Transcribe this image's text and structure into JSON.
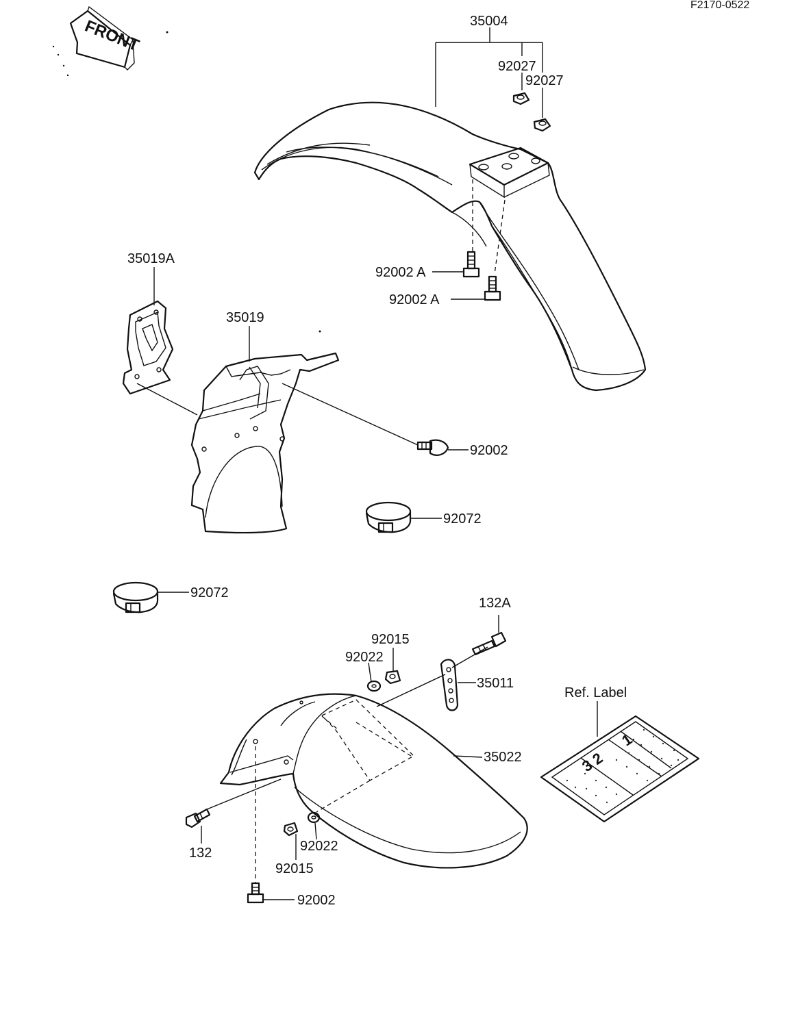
{
  "figure_id": "F2170-0522",
  "front_arrow_label": "FRONT",
  "labels": {
    "p35004": "35004",
    "p92027_a": "92027",
    "p92027_b": "92027",
    "p92002A_a": "92002 A",
    "p92002A_b": "92002 A",
    "p35019A": "35019A",
    "p35019": "35019",
    "p92002_mid": "92002",
    "p92072_a": "92072",
    "p92072_b": "92072",
    "p132A": "132A",
    "p92015_top": "92015",
    "p92022_top": "92022",
    "p35011": "35011",
    "ref_label": "Ref. Label",
    "p35022": "35022",
    "p132": "132",
    "p92022_bot": "92022",
    "p92015_bot": "92015",
    "p92002_bot": "92002"
  },
  "label_sticker": {
    "text_a": "3 2",
    "text_b": "1"
  }
}
